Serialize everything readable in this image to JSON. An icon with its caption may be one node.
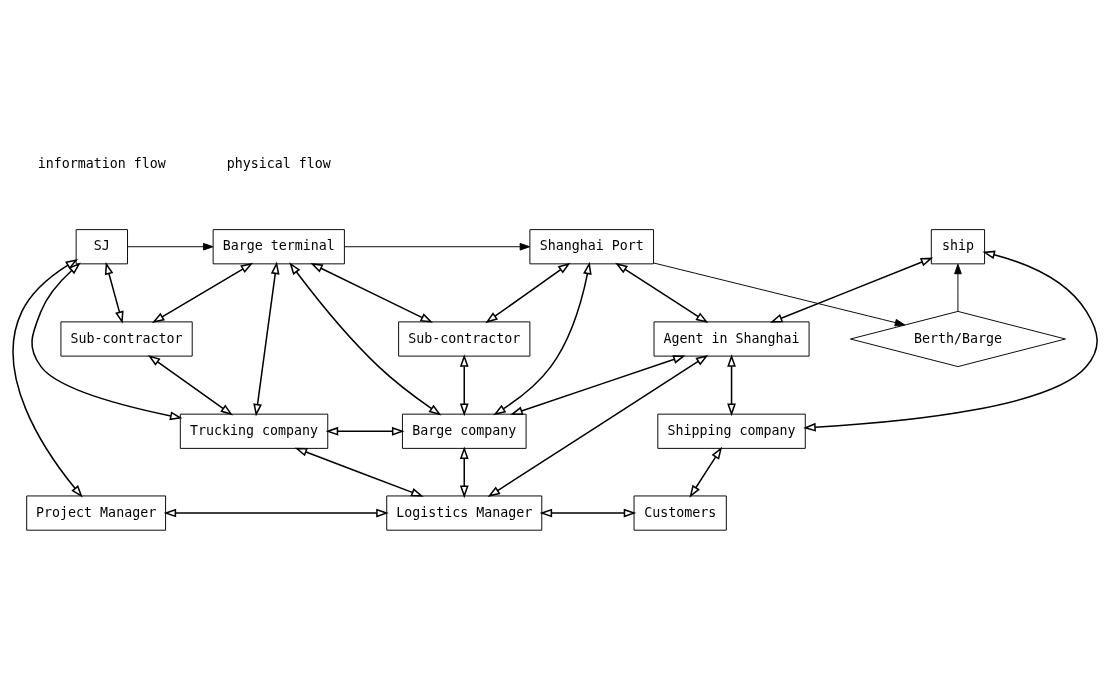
{
  "diagram": {
    "nodes": [
      {
        "text": [
          "SJ"
        ]
      },
      {
        "text": [
          "Barge terminal"
        ]
      },
      {
        "text": [
          "Shanghai Port"
        ]
      },
      {
        "text": [
          "Berth/Barge"
        ]
      },
      {
        "text": [
          "ship"
        ]
      },
      {
        "text": [
          "Sub-contractor"
        ]
      },
      {
        "text": [
          "Sub-contractor"
        ]
      },
      {
        "text": [
          "Agent in Shanghai"
        ]
      },
      {
        "text": [
          "Trucking company"
        ]
      },
      {
        "text": [
          "Barge company"
        ]
      },
      {
        "text": [
          "Shipping company"
        ]
      },
      {
        "text": [
          "Project Manager"
        ]
      },
      {
        "text": [
          "Logistics Manager"
        ]
      },
      {
        "text": [
          "Customers"
        ]
      }
    ],
    "edges": [
      {
        "from": 0,
        "to": 1,
        "arrow": "to"
      },
      {
        "from": 1,
        "to": 2,
        "arrow": "to"
      },
      {
        "from": 2,
        "to": 3,
        "arrow": "to"
      },
      {
        "from": 3,
        "to": 4,
        "arrow": "to"
      },
      {
        "from": 0,
        "to": 5,
        "arrow": "both"
      },
      {
        "from": 1,
        "to": 5,
        "arrow": "both"
      },
      {
        "from": 0,
        "to": 8,
        "arrow": "both"
      },
      {
        "from": 0,
        "to": 11,
        "arrow": "both"
      },
      {
        "from": 5,
        "to": 8,
        "arrow": "both"
      },
      {
        "from": 1,
        "to": 8,
        "arrow": "both"
      },
      {
        "from": 1,
        "to": 9,
        "arrow": "both"
      },
      {
        "from": 1,
        "to": 6,
        "arrow": "both"
      },
      {
        "from": 2,
        "to": 6,
        "arrow": "both"
      },
      {
        "from": 6,
        "to": 9,
        "arrow": "both"
      },
      {
        "from": 2,
        "to": 9,
        "arrow": "both"
      },
      {
        "from": 8,
        "to": 9,
        "arrow": "both"
      },
      {
        "from": 2,
        "to": 7,
        "arrow": "both"
      },
      {
        "from": 4,
        "to": 7,
        "arrow": "both"
      },
      {
        "from": 7,
        "to": 9,
        "arrow": "both"
      },
      {
        "from": 7,
        "to": 12,
        "arrow": "both"
      },
      {
        "from": 7,
        "to": 10,
        "arrow": "both"
      },
      {
        "from": 4,
        "to": 10,
        "arrow": "both"
      },
      {
        "from": 10,
        "to": 13,
        "arrow": "both"
      },
      {
        "from": 12,
        "to": 13,
        "arrow": "both"
      },
      {
        "from": 11,
        "to": 12,
        "arrow": "both"
      },
      {
        "from": 8,
        "to": 12,
        "arrow": "both"
      },
      {
        "from": 9,
        "to": 12,
        "arrow": "both"
      }
    ],
    "legend": [
      {
        "text": "information flow"
      },
      {
        "text": "physical flow"
      }
    ]
  }
}
